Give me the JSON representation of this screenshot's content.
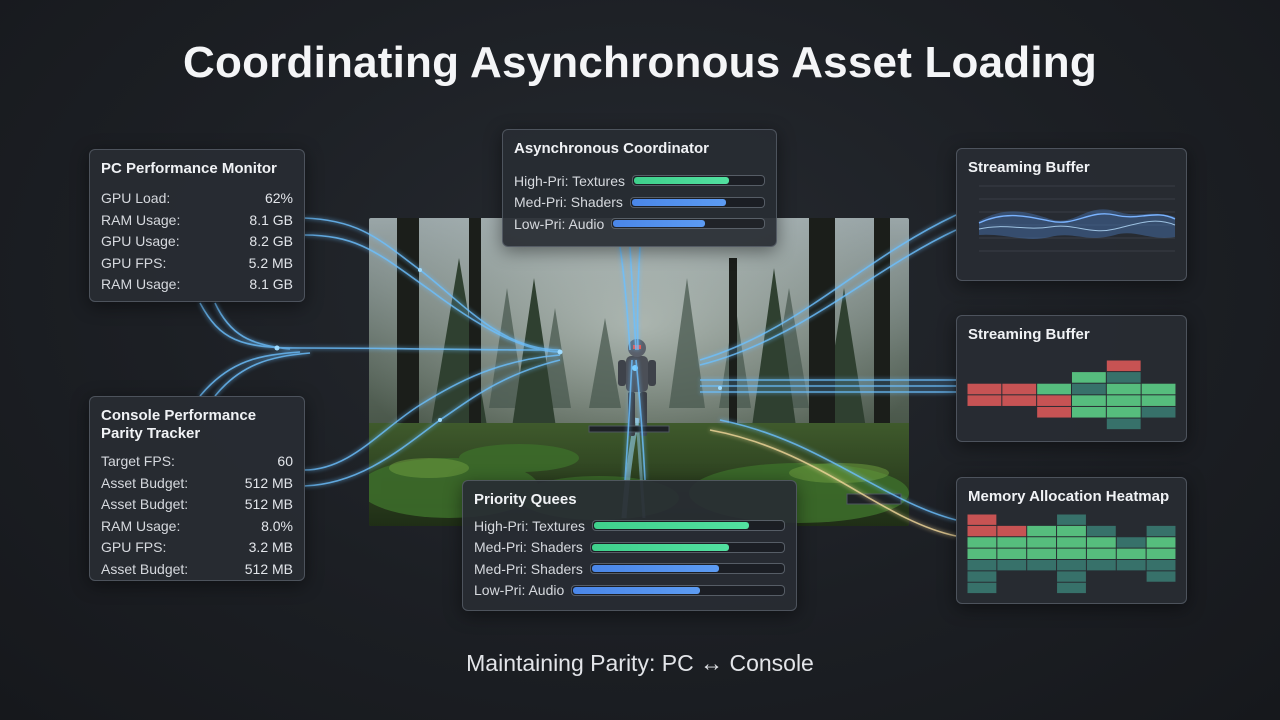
{
  "title": "Coordinating Asynchronous Asset Loading",
  "subtitle": "Maintaining Parity: PC ↔ Console",
  "pc_monitor": {
    "title": "PC Performance Monitor",
    "rows": [
      {
        "label": "GPU Load:",
        "value": "62%"
      },
      {
        "label": "RAM Usage:",
        "value": "8.1 GB"
      },
      {
        "label": "GPU Usage:",
        "value": "8.2 GB"
      },
      {
        "label": "GPU FPS:",
        "value": "5.2 MB"
      },
      {
        "label": "RAM Usage:",
        "value": "8.1 GB"
      }
    ]
  },
  "console_tracker": {
    "title": "Console Performance Parity Tracker",
    "rows": [
      {
        "label": "Target FPS:",
        "value": "60"
      },
      {
        "label": "Asset Budget:",
        "value": "512 MB"
      },
      {
        "label": "Asset Budget:",
        "value": "512 MB"
      },
      {
        "label": "RAM Usage:",
        "value": "8.0%"
      },
      {
        "label": "GPU FPS:",
        "value": "3.2 MB"
      },
      {
        "label": "Asset Budget:",
        "value": "512 MB"
      }
    ]
  },
  "coordinator": {
    "title": "Asynchronous Coordinator",
    "rows": [
      {
        "label": "High-Pri: Textures",
        "fraction": 0.74,
        "color": "green"
      },
      {
        "label": "Med-Pri: Shaders",
        "fraction": 0.72,
        "color": "blue"
      },
      {
        "label": "Low-Pri: Audio",
        "fraction": 0.62,
        "color": "blue"
      }
    ]
  },
  "priority_queues": {
    "title": "Priority Quees",
    "rows": [
      {
        "label": "High-Pri: Textures",
        "fraction": 0.82,
        "color": "green"
      },
      {
        "label": "Med-Pri: Shaders",
        "fraction": 0.72,
        "color": "green"
      },
      {
        "label": "Med-Pri: Shaders",
        "fraction": 0.67,
        "color": "blue"
      },
      {
        "label": "Low-Pri: Audio",
        "fraction": 0.61,
        "color": "blue"
      }
    ]
  },
  "streaming_buffer_chart": {
    "title": "Streaming Buffer"
  },
  "streaming_buffer_heat": {
    "title": "Streaming Buffer",
    "grid": [
      [
        0,
        0,
        0,
        0,
        3,
        0
      ],
      [
        0,
        0,
        0,
        2,
        1,
        0
      ],
      [
        3,
        3,
        2,
        1,
        2,
        2
      ],
      [
        3,
        3,
        3,
        2,
        2,
        2
      ],
      [
        0,
        0,
        3,
        2,
        2,
        1
      ],
      [
        0,
        0,
        0,
        0,
        1,
        0
      ]
    ]
  },
  "memory_heatmap": {
    "title": "Memory Allocation Heatmap",
    "grid": [
      [
        3,
        0,
        0,
        1,
        0,
        0,
        0
      ],
      [
        3,
        3,
        2,
        2,
        1,
        0,
        1
      ],
      [
        2,
        2,
        2,
        2,
        2,
        1,
        2
      ],
      [
        2,
        2,
        2,
        2,
        2,
        2,
        2
      ],
      [
        1,
        1,
        1,
        1,
        1,
        1,
        1
      ],
      [
        1,
        0,
        0,
        1,
        0,
        0,
        1
      ],
      [
        1,
        0,
        0,
        1,
        0,
        0,
        0
      ]
    ]
  },
  "colors": {
    "accent_green": "#46d892",
    "accent_blue": "#5591ee",
    "heat_red": "#d95858",
    "heat_mid": "#b79a6a",
    "heat_green": "#5ccd86",
    "heat_teal": "#3b7e74",
    "flow_blue": "#6cc0ff"
  }
}
